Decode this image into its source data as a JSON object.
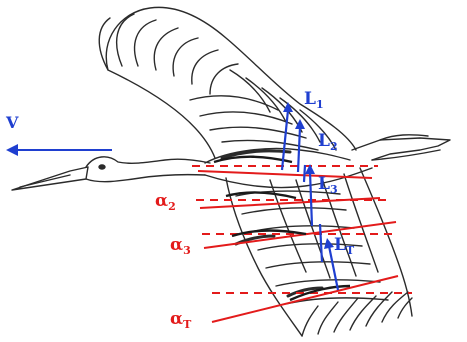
{
  "colors": {
    "sketch": "#2b2b2b",
    "attack_angle": "#e31b1b",
    "lift_vector": "#1f3fd0",
    "background": "#ffffff"
  },
  "velocity": {
    "label": "V"
  },
  "lift_labels": [
    {
      "base": "L",
      "sub": "1"
    },
    {
      "base": "L",
      "sub": "2"
    },
    {
      "base": "L",
      "sub": "3"
    },
    {
      "base": "L",
      "sub": "T"
    }
  ],
  "angle_labels": [
    {
      "base": "α",
      "sub": "2"
    },
    {
      "base": "α",
      "sub": "3"
    },
    {
      "base": "α",
      "sub": "T"
    }
  ],
  "illustration": {
    "icon": "flying-stork-sketch"
  }
}
